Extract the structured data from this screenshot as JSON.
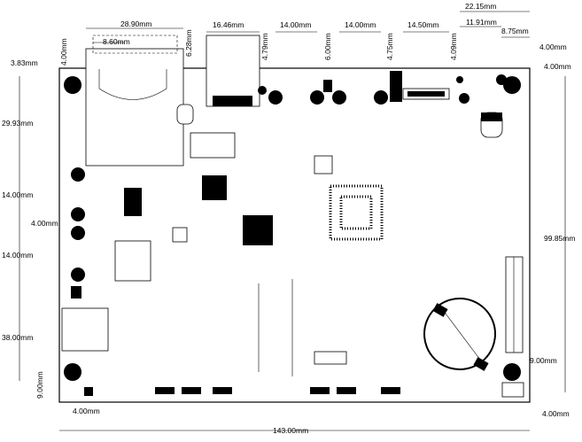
{
  "dimensions": {
    "top": {
      "card_slot_width": "28.90mm",
      "card_slot_offset": "8.60mm",
      "usb_width": "16.46mm",
      "usb_height": "6.28mm",
      "jack_pitch_1": "14.00mm",
      "jack_depth_1": "4.79mm",
      "jack_pitch_2": "14.00mm",
      "jack_depth_2": "6.00mm",
      "connector_width": "14.50mm",
      "connector_depth": "4.75mm",
      "right_offset": "22.15mm",
      "hole_offset": "11.91mm",
      "edge_offset_a": "4.09mm",
      "edge_offset_b": "8.75mm",
      "hole_inset_top_right": "4.00mm",
      "hole_inset_right_top": "4.00mm"
    },
    "left": {
      "hole_inset_top_left": "4.00mm",
      "hole_inset_left": "3.83mm",
      "span_1": "29.93mm",
      "span_2": "14.00mm",
      "span_3": "4.00mm",
      "span_4": "14.00mm",
      "span_5": "38.00mm",
      "bottom_inset": "9.00mm",
      "bottom_hole_inset": "4.00mm"
    },
    "right": {
      "height": "99.85mm",
      "hole_vertical_offset": "9.00mm",
      "bottom_hole_inset": "4.00mm"
    },
    "bottom": {
      "width": "143.00mm"
    }
  }
}
